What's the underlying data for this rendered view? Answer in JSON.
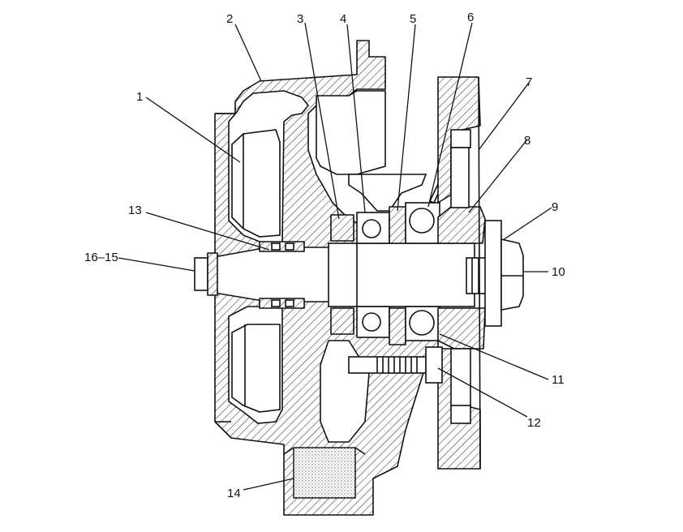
{
  "diagram": {
    "callouts": [
      {
        "id": "c1",
        "text": "1"
      },
      {
        "id": "c2",
        "text": "2"
      },
      {
        "id": "c3",
        "text": "3"
      },
      {
        "id": "c4",
        "text": "4"
      },
      {
        "id": "c5",
        "text": "5"
      },
      {
        "id": "c6",
        "text": "6"
      },
      {
        "id": "c7",
        "text": "7"
      },
      {
        "id": "c8",
        "text": "8"
      },
      {
        "id": "c9",
        "text": "9"
      },
      {
        "id": "c10",
        "text": "10"
      },
      {
        "id": "c11",
        "text": "11"
      },
      {
        "id": "c12",
        "text": "12"
      },
      {
        "id": "c13",
        "text": "13"
      },
      {
        "id": "c14",
        "text": "14"
      },
      {
        "id": "c1615",
        "text": "16–15"
      }
    ]
  }
}
